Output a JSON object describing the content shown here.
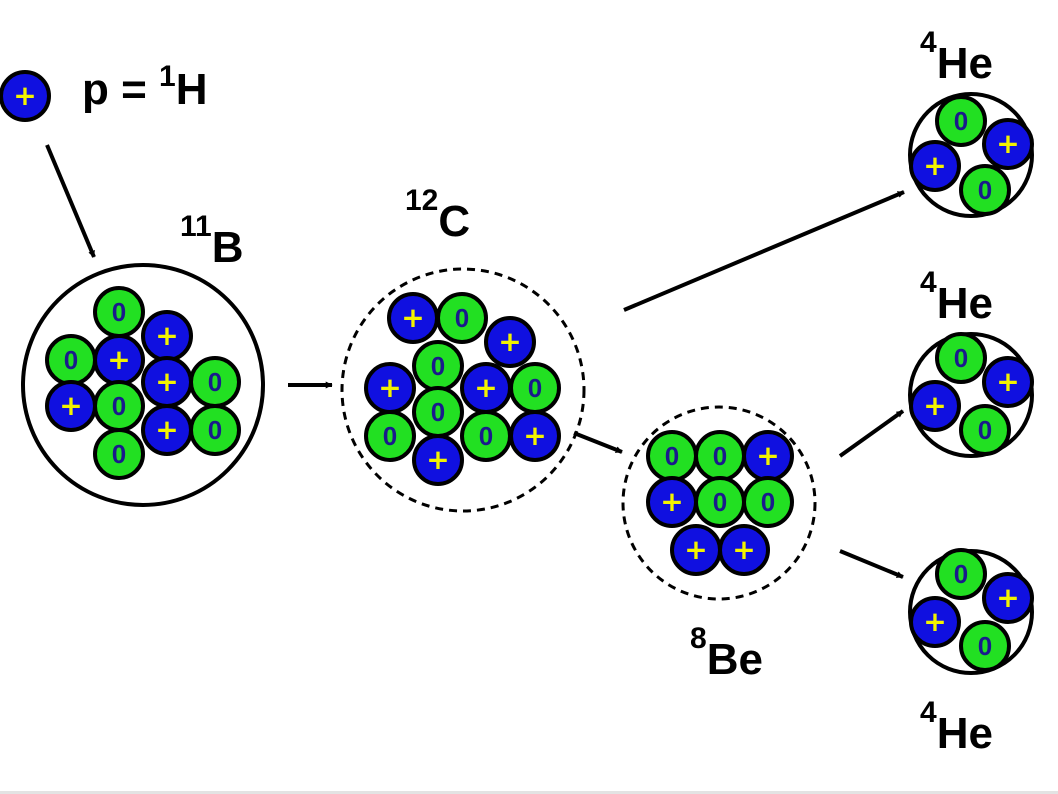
{
  "colors": {
    "proton_fill": "#1010e0",
    "neutron_fill": "#22e022",
    "proton_symbol": "#f2f200",
    "neutron_symbol": "#1a1a8c",
    "outline": "#000000"
  },
  "symbols": {
    "proton": "+",
    "neutron": "0"
  },
  "legend": {
    "text": "p = ",
    "sup": "1",
    "base": "H"
  },
  "nuclei": {
    "b11": {
      "sup": "11",
      "base": "B"
    },
    "c12": {
      "sup": "12",
      "base": "C"
    },
    "be8": {
      "sup": "8",
      "base": "Be"
    },
    "he4_top": {
      "sup": "4",
      "base": "He"
    },
    "he4_mid": {
      "sup": "4",
      "base": "He"
    },
    "he4_bot": {
      "sup": "4",
      "base": "He"
    }
  },
  "particles": {
    "legend": [
      "+"
    ],
    "b11": [
      "0",
      "+",
      "0",
      "+",
      "+",
      "0",
      "+",
      "0",
      "0",
      "+",
      "0"
    ],
    "c12": [
      "+",
      "0",
      "+",
      "0",
      "+",
      "+",
      "0",
      "0",
      "0",
      "0",
      "+",
      "+"
    ],
    "be8": [
      "0",
      "0",
      "+",
      "+",
      "0",
      "0",
      "+",
      "+"
    ],
    "he4_top": [
      "0",
      "+",
      "+",
      "0"
    ],
    "he4_mid": [
      "0",
      "+",
      "+",
      "0"
    ],
    "he4_bot": [
      "0",
      "+",
      "+",
      "0"
    ]
  }
}
